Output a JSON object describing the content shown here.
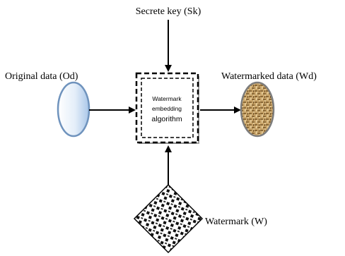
{
  "labels": {
    "secret_key": "Secrete key (Sk)",
    "original_data": "Original data (Od)",
    "watermarked_data": "Watermarked data (Wd)",
    "watermark": "Watermark (W)",
    "box_line1": "Watermark",
    "box_line2": "embedding",
    "box_line3": "algorithm"
  },
  "colors": {
    "ellipse_fill_light": "#ffffff",
    "ellipse_fill_dark": "#a9c6e8",
    "ellipse_stroke": "#6f93bd",
    "woven_base": "#c9a56a",
    "woven_dark": "#7a5a30",
    "box_shadow": "#8a8a8a"
  }
}
